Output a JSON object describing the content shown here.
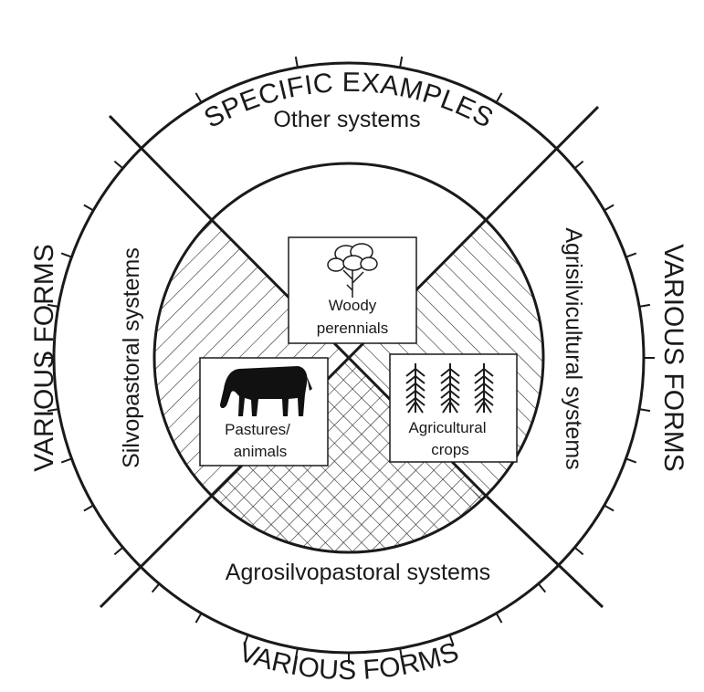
{
  "outer_ring_labels": {
    "top": "SPECIFIC EXAMPLES",
    "left": "VARIOUS FORMS",
    "right": "VARIOUS FORMS",
    "bottom": "VARIOUS FORMS"
  },
  "system_labels": {
    "top": "Other systems",
    "left": "Silvopastoral systems",
    "right": "Agrisilvicultural systems",
    "bottom": "Agrosilvopastoral systems"
  },
  "components": {
    "woody": {
      "line1": "Woody",
      "line2": "perennials",
      "icon": "tree-icon"
    },
    "pastures": {
      "line1": "Pastures/",
      "line2": "animals",
      "icon": "cow-icon"
    },
    "crops": {
      "line1": "Agricultural",
      "line2": "crops",
      "icon": "crop-plants-icon"
    }
  },
  "colors": {
    "ink": "#1a1a1a",
    "background": "#ffffff"
  }
}
